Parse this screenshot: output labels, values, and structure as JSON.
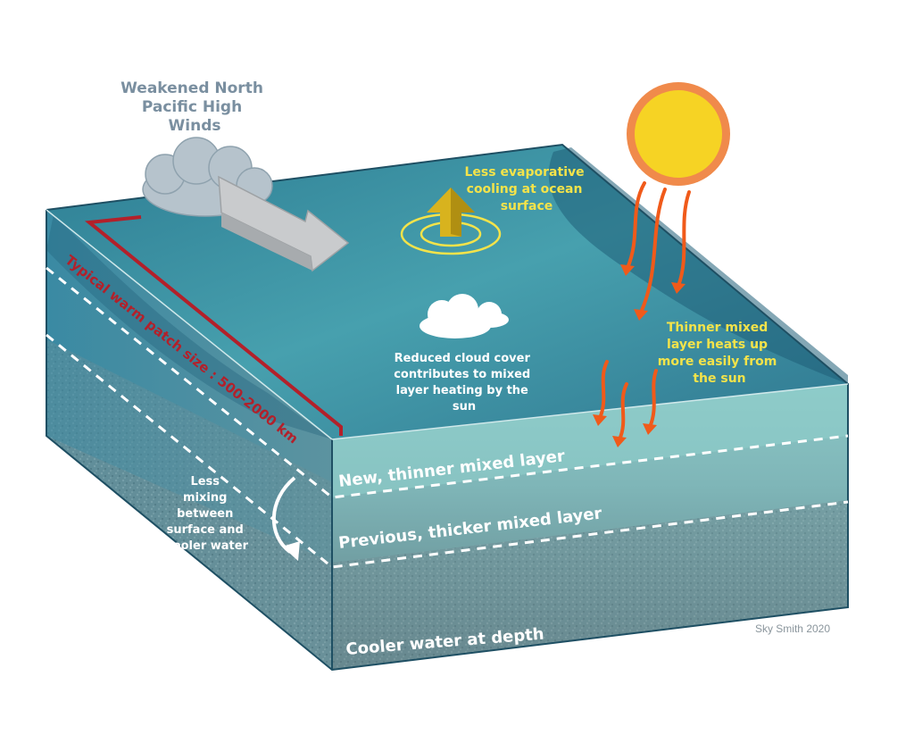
{
  "wind": {
    "lines": [
      "Weakened North",
      "Pacific High",
      "Winds"
    ]
  },
  "evaporation": {
    "lines": [
      "Less evaporative",
      "cooling at ocean",
      "surface"
    ]
  },
  "cloud": {
    "lines": [
      "Reduced cloud cover",
      "contributes to mixed",
      "layer heating by the",
      "sun"
    ]
  },
  "sun_note": {
    "lines": [
      "Thinner mixed",
      "layer heats up",
      "more easily from",
      "the sun"
    ]
  },
  "patch_size": "Typical warm patch size : 500-2000 km",
  "mixing": {
    "lines": [
      "Less",
      "mixing",
      "between",
      "surface and",
      "cooler water"
    ]
  },
  "layers": {
    "new": "New, thinner mixed layer",
    "previous": "Previous, thicker mixed layer",
    "deep": "Cooler water at depth"
  },
  "credit": "Sky Smith 2020",
  "colors": {
    "ocean_top": "#3a8fa0",
    "ocean_dark": "#1e5c73",
    "mixed_layer": "#7fc0c0",
    "deep_water": "#5b7d86",
    "sun": "#f6d324",
    "sun_ring": "#f08a4b",
    "heat_arrows": "#f05a1a",
    "patch_line": "#b3202a",
    "yellow_text": "#f3e34a",
    "title_text": "#7a8fa0"
  }
}
